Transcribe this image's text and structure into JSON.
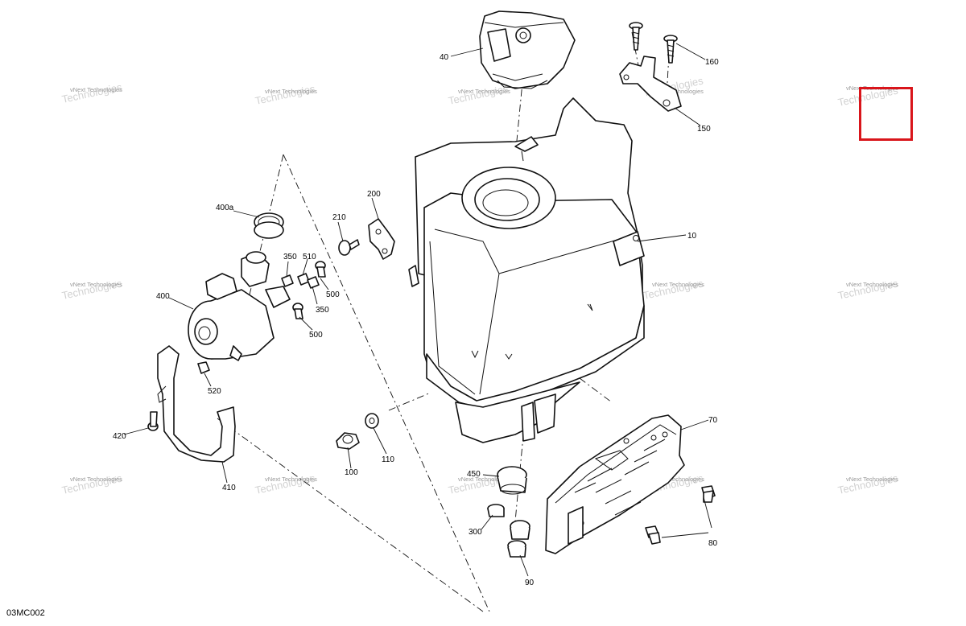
{
  "document": {
    "id": "03MC002"
  },
  "callouts": {
    "c10": "10",
    "c40": "40",
    "c70": "70",
    "c80": "80",
    "c90": "90",
    "c100": "100",
    "c110": "110",
    "c150": "150",
    "c160": "160",
    "c200": "200",
    "c210": "210",
    "c300": "300",
    "c350a": "350",
    "c350b": "350",
    "c400": "400",
    "c400a": "400a",
    "c410": "410",
    "c420": "420",
    "c450": "450",
    "c500a": "500",
    "c500b": "500",
    "c510": "510",
    "c520": "520"
  },
  "watermark": {
    "line1": "vNext Technologies",
    "line2": "Technologies"
  },
  "colors": {
    "highlight": "#d9151b",
    "watermark": "#c9c9c9",
    "line": "#111111"
  }
}
